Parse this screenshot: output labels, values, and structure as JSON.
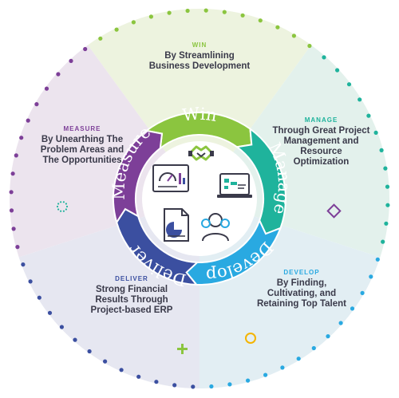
{
  "colors": {
    "win": "#8bc53f",
    "manage": "#1fb39c",
    "develop": "#29a9e1",
    "deliver": "#3b4fa0",
    "measure": "#7d3f98",
    "sector_win": "#edf3df",
    "sector_manage": "#e3f1ec",
    "sector_develop": "#e2eef3",
    "sector_deliver": "#e6e7f1",
    "sector_measure": "#ece4ee"
  },
  "segments": [
    {
      "key": "win",
      "heading": "WIN",
      "body": "By Streamlining Business Development"
    },
    {
      "key": "manage",
      "heading": "MANAGE",
      "body": "Through Great Project Management and Resource Optimization"
    },
    {
      "key": "develop",
      "heading": "DEVELOP",
      "body": "By Finding, Cultivating, and Retaining Top Talent"
    },
    {
      "key": "deliver",
      "heading": "DELIVER",
      "body": "Strong Financial Results Through Project-based ERP"
    },
    {
      "key": "measure",
      "heading": "MEASURE",
      "body": "By Unearthing The Problem Areas and The Opportunities"
    }
  ],
  "ring_labels": {
    "win": "Win",
    "manage": "Manage",
    "develop": "Develop",
    "deliver": "Deliver",
    "measure": "Measure"
  },
  "icons": [
    "handshake-icon",
    "dashboard-icon",
    "project-board-icon",
    "report-document-icon",
    "team-icon"
  ],
  "decorations": [
    "dotted-circle-icon",
    "diamond-icon",
    "plus-icon",
    "ring-icon"
  ]
}
